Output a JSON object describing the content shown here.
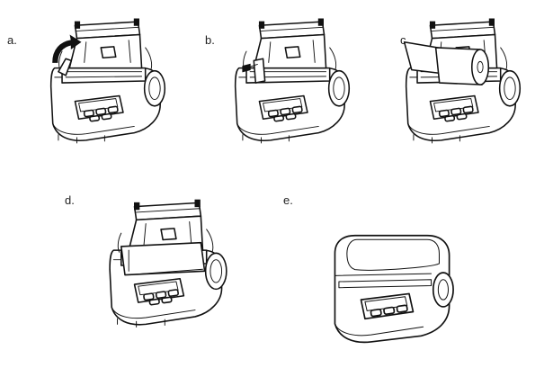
{
  "steps": [
    {
      "label": "a.",
      "icon": "open-cover-arrow"
    },
    {
      "label": "b.",
      "icon": "paper-holder"
    },
    {
      "label": "c.",
      "icon": "insert-paper-roll"
    },
    {
      "label": "d.",
      "icon": "paper-loaded"
    },
    {
      "label": "e.",
      "icon": "cover-closed"
    }
  ]
}
